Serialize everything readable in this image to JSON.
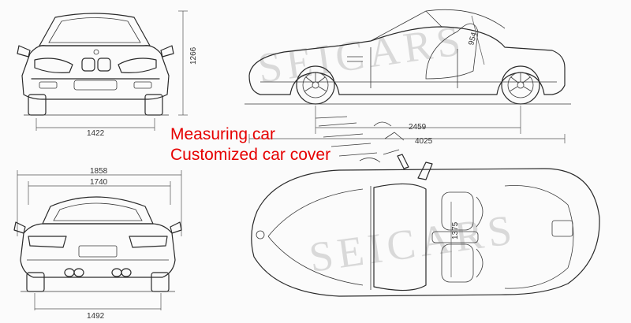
{
  "callout": {
    "line1": "Measuring car",
    "line2": "Customized car cover",
    "color": "#e60000"
  },
  "dimensions": {
    "front_track": "1422",
    "front_height": "1266",
    "rear_body_width": "1858",
    "rear_mirror_width": "1740",
    "rear_track": "1492",
    "wheelbase": "2459",
    "overall_length": "4025",
    "seat_height": "954",
    "interior_length": "1375"
  },
  "watermark": "SEICARS"
}
